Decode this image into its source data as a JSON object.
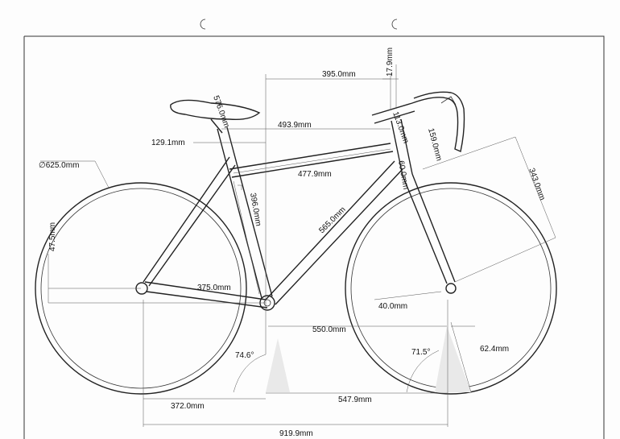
{
  "dimensions": {
    "reach": "395.0mm",
    "stack_offset": "17.9mm",
    "saddle_length": "576.0mm",
    "top_tube_horizontal": "493.9mm",
    "stem_length": "113.0mm",
    "handlebar_drop": "159.0mm",
    "saddle_setback": "129.1mm",
    "top_tube": "477.9mm",
    "head_tube": "60.0mm",
    "fork_length": "343.0mm",
    "wheel_diameter": "∅625.0mm",
    "seat_tube": "396.0mm",
    "down_tube": "565.0mm",
    "bb_height": "47.5mm",
    "chainstay": "375.0mm",
    "fork_offset": "40.0mm",
    "front_center_horizontal": "550.0mm",
    "seat_angle": "74.6°",
    "head_angle": "71.5°",
    "trail": "62.4mm",
    "rear_center": "372.0mm",
    "front_center": "547.9mm",
    "wheelbase": "919.9mm"
  }
}
